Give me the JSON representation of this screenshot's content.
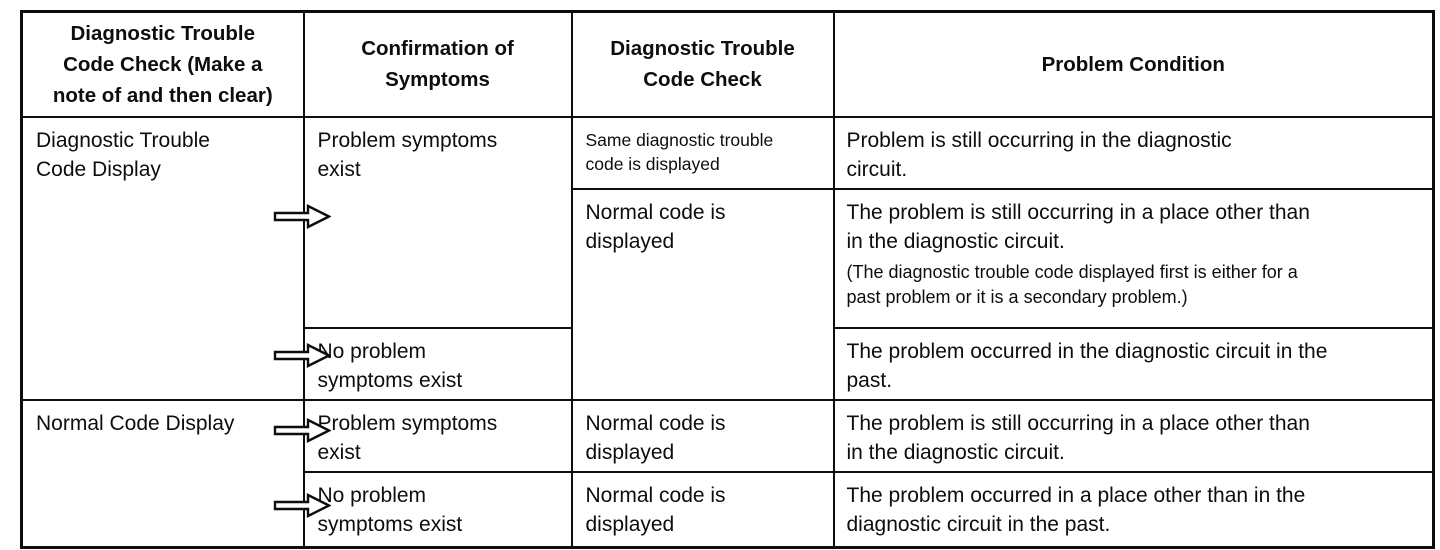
{
  "table": {
    "headers": {
      "code_check_note": "Diagnostic Trouble\nCode Check (Make a\nnote of and then clear)",
      "confirmation": "Confirmation of\nSymptoms",
      "code_check": "Diagnostic Trouble\nCode Check",
      "problem_condition": "Problem Condition"
    },
    "labels": {
      "dtc_display": "Diagnostic Trouble\nCode Display",
      "normal_code_display": "Normal Code Display",
      "problem_symptoms_exist": "Problem symptoms\nexist",
      "no_problem_symptoms_exist": "No problem\nsymptoms exist",
      "same_code_displayed": "Same diagnostic trouble\ncode is displayed",
      "normal_code_is_displayed": "Normal code is\ndisplayed"
    },
    "conditions": {
      "row1": "Problem is still occurring in the diagnostic\ncircuit.",
      "row2_main": "The problem is still occurring in a place other than\nin the diagnostic circuit.",
      "row2_note": "(The diagnostic trouble code displayed first is either for a\npast problem or it is a secondary problem.)",
      "row3": "The problem occurred in the diagnostic circuit in the\npast.",
      "row4": "The problem is still occurring in a place other than\nin the diagnostic circuit.",
      "row5": "The problem occurred in a place other than in the\ndiagnostic circuit in the past."
    },
    "colors": {
      "ink": "#0d0d0d",
      "paper": "#ffffff"
    }
  }
}
